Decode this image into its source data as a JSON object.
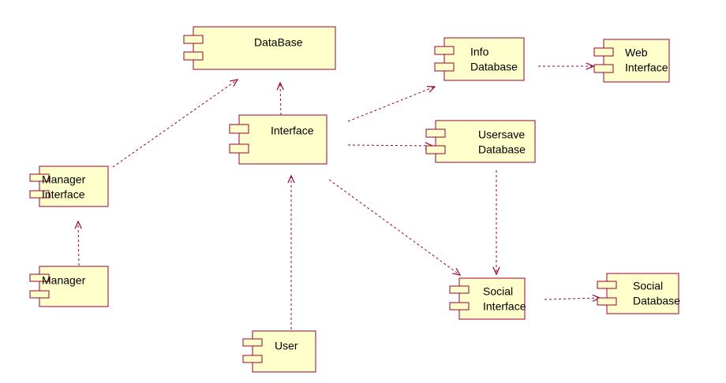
{
  "colors": {
    "fill": "#FFFFCC",
    "stroke": "#990033",
    "arrow": "#990033"
  },
  "components": {
    "database": {
      "lines": [
        "DataBase"
      ]
    },
    "interface": {
      "lines": [
        "Interface"
      ]
    },
    "info_database": {
      "lines": [
        "Info",
        "Database"
      ]
    },
    "web_interface": {
      "lines": [
        "Web",
        "Interface"
      ]
    },
    "usersave_database": {
      "lines": [
        "Usersave",
        "Database"
      ]
    },
    "manager_interface": {
      "lines": [
        "Manager",
        "Interface"
      ]
    },
    "manager": {
      "lines": [
        "Manager"
      ]
    },
    "social_interface": {
      "lines": [
        "Social",
        "Interface"
      ]
    },
    "social_database": {
      "lines": [
        "Social",
        "Database"
      ]
    },
    "user": {
      "lines": [
        "User"
      ]
    }
  }
}
